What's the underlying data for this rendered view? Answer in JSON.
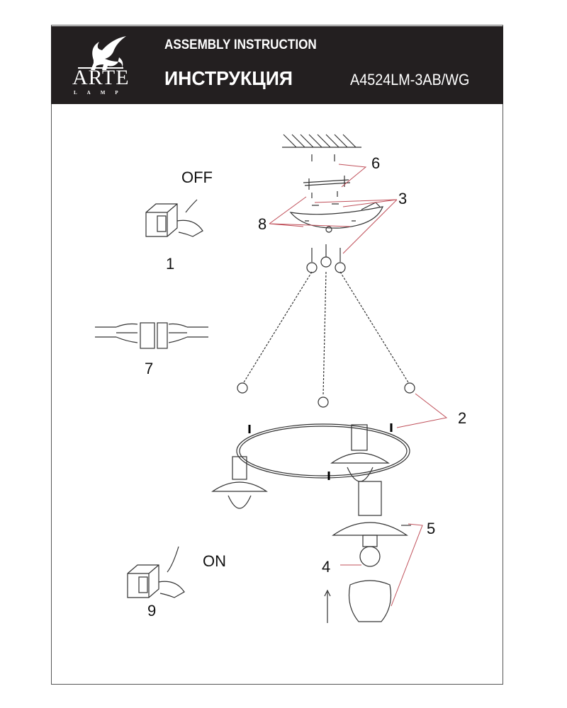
{
  "header": {
    "brand": "ARTE",
    "brand_sub": "LAMP",
    "title_en": "ASSEMBLY INSTRUCTION",
    "title_ru": "ИНСТРУКЦИЯ",
    "model": "A4524LM-3AB/WG"
  },
  "steps": {
    "off_label": "OFF",
    "on_label": "ON",
    "step1": "1",
    "step7": "7",
    "step9": "9"
  },
  "callouts": [
    "2",
    "3",
    "4",
    "5",
    "6",
    "8"
  ],
  "colors": {
    "header_bg": "#231f20",
    "leader": "#c0505a"
  }
}
